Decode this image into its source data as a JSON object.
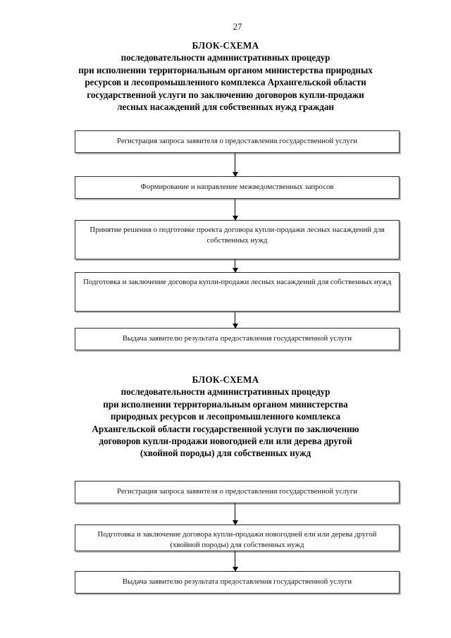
{
  "page": {
    "number": "27"
  },
  "heading_1": {
    "lines": [
      "БЛОК-СХЕМА",
      "последовательности административных процедур",
      "при исполнении территориальным  органом министерства природных",
      "ресурсов и лесопромышленного комплекса Архангельской области",
      "государственной услуги по заключению договоров купли-продажи",
      "лесных насаждений для собственных нужд граждан"
    ]
  },
  "flowchart_1": {
    "boxes": [
      {
        "id": "box-1",
        "text": "Регистрация запроса заявителя о предоставлении государственной услуги"
      },
      {
        "id": "box-2",
        "text": "Формирование и направление межведомственных запросов"
      },
      {
        "id": "box-3",
        "text": "Принятие решения о подготовке проекта договора купли-продажи лесных насаждений для собственных нужд"
      },
      {
        "id": "box-4",
        "text": "Подготовка и заключение  договора купли-продажи лесных насаждений для собственных нужд"
      },
      {
        "id": "box-5",
        "text": "Выдача заявителю результата предоставления государственной услуги"
      }
    ]
  },
  "heading_2": {
    "lines": [
      "БЛОК-СХЕМА",
      "последовательности административных процедур",
      "при исполнении территориальным  органом министерства",
      "природных ресурсов и лесопромышленного комплекса",
      "Архангельской области государственной услуги по заключению",
      "договоров купли-продажи новогодней ели или дерева другой",
      "(хвойной породы) для собственных нужд"
    ]
  },
  "flowchart_2": {
    "boxes": [
      {
        "id": "box-6",
        "text": "Регистрация запроса заявителя о предоставлении государственной услуги"
      },
      {
        "id": "box-7",
        "text": "Подготовка и заключение  договора купли-продажи новогодней ели или дерева другой (хвойной породы) для собственных нужд"
      },
      {
        "id": "box-8",
        "text": "Выдача заявителю результата предоставления государственной услуги"
      }
    ]
  },
  "colors": {
    "box_border": "#2b2b2b",
    "box_shadow": "#b8b8b8",
    "arrow": "#000000",
    "text": "#161616",
    "page_background": "#ffffff"
  }
}
